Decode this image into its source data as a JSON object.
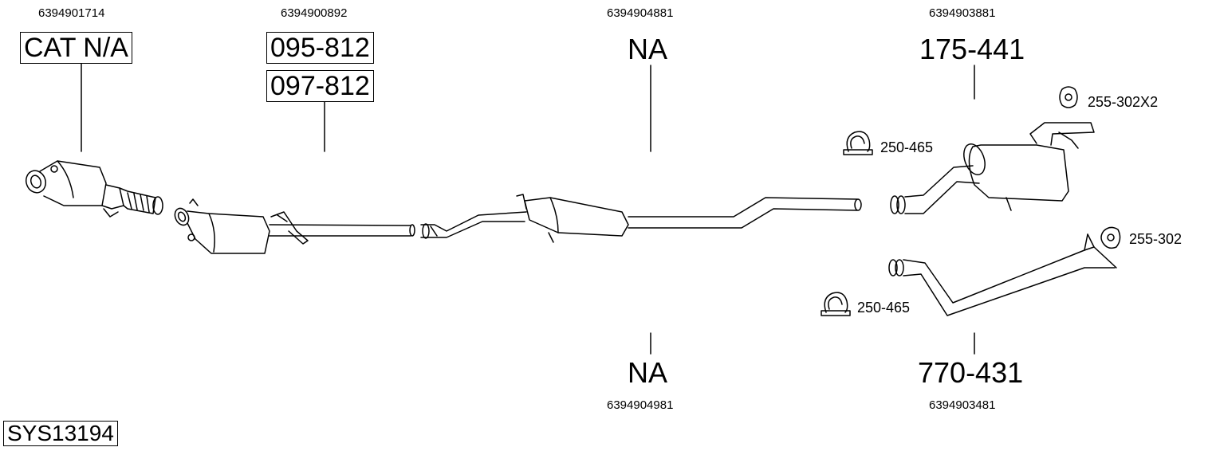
{
  "system_code": "SYS13194",
  "groups": {
    "cat": {
      "oem": "6394901714",
      "part": "CAT N/A"
    },
    "front_pipe": {
      "oem": "6394900892",
      "parts": [
        "095-812",
        "097-812"
      ]
    },
    "centre_top": {
      "oem": "6394904881",
      "part": "NA"
    },
    "rear_top": {
      "oem": "6394903881",
      "part": "175-441"
    },
    "centre_bottom": {
      "oem": "6394904981",
      "part": "NA"
    },
    "rear_bottom": {
      "oem": "6394903481",
      "part": "770-431"
    }
  },
  "accessories": {
    "hanger_top": "255-302X2",
    "clamp_top": "250-465",
    "hanger_bottom": "255-302",
    "clamp_bottom": "250-465"
  }
}
